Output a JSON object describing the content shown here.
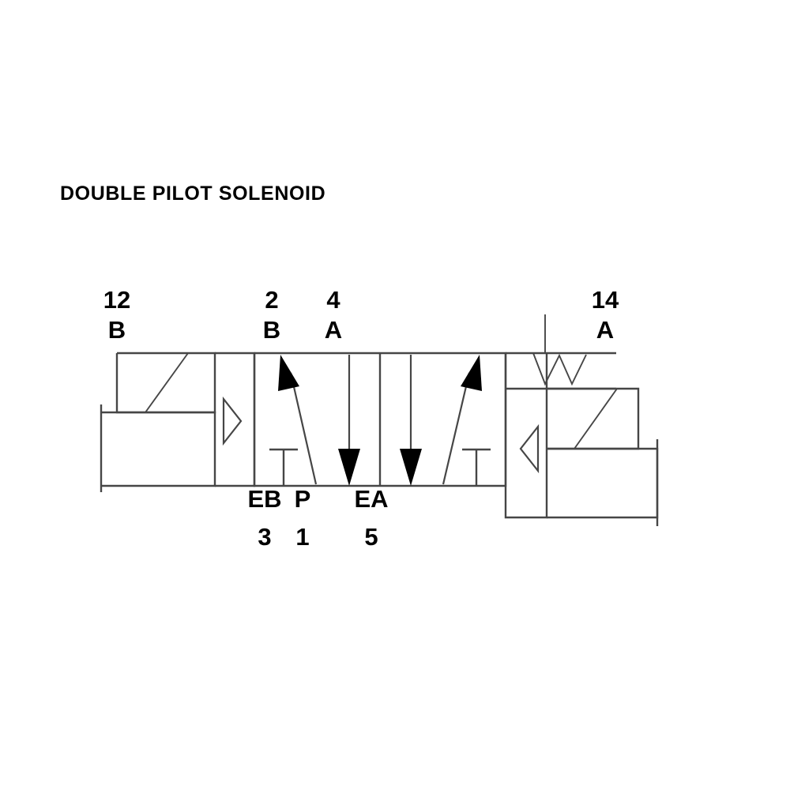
{
  "title": "DOUBLE PILOT SOLENOID",
  "diagram": {
    "type": "pneumatic-valve-schematic",
    "description": "5/2 double pilot solenoid valve symbol",
    "line_color": "#464646",
    "fill_color": "#000000",
    "background": "#ffffff"
  },
  "labels": {
    "top": [
      {
        "id": "pilot-left",
        "number": "12",
        "port": "B"
      },
      {
        "id": "port-b",
        "number": "2",
        "port": "B"
      },
      {
        "id": "port-a",
        "number": "4",
        "port": "A"
      },
      {
        "id": "pilot-right",
        "number": "14",
        "port": "A"
      }
    ],
    "bottom": [
      {
        "id": "exhaust-b",
        "name": "EB",
        "number": "3"
      },
      {
        "id": "pressure",
        "name": "P",
        "number": "1"
      },
      {
        "id": "exhaust-a",
        "name": "EA",
        "number": "5"
      }
    ]
  },
  "elements": {
    "left_solenoid": "solenoid-coil-box-left",
    "left_pilot": "pilot-triangle-right-pointing",
    "right_spring": "spring-zigzag",
    "right_pilot": "pilot-triangle-left-pointing",
    "right_solenoid": "solenoid-coil-box-right",
    "position_box_1": "valve-position-left",
    "position_box_2": "valve-position-right"
  }
}
